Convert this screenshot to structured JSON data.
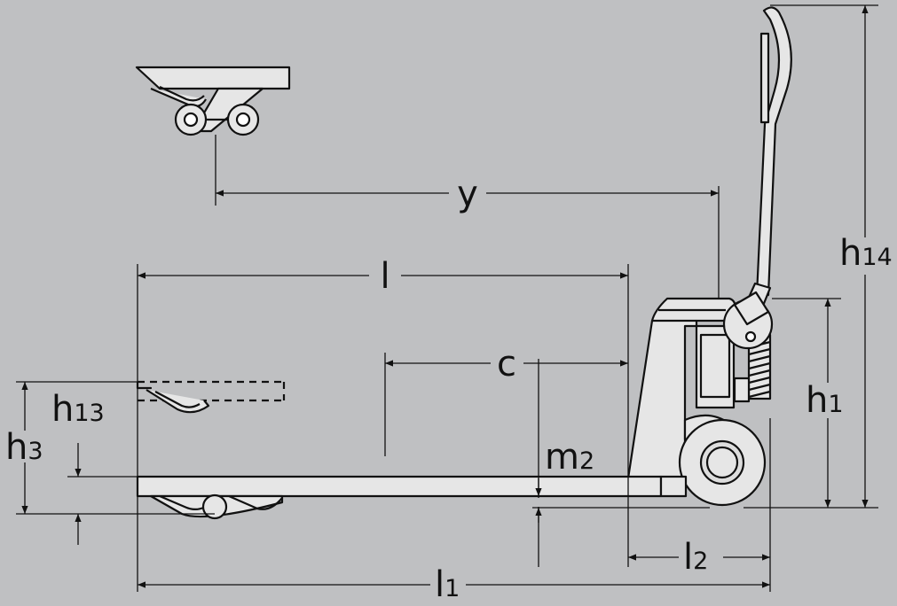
{
  "figure": {
    "background_color": "#bfc0c2",
    "line_color": "#111111",
    "body_fill_color": "#e6e6e6"
  },
  "dimensions": {
    "y": {
      "main": "y",
      "sub": ""
    },
    "l": {
      "main": "l",
      "sub": ""
    },
    "c": {
      "main": "c",
      "sub": ""
    },
    "h13": {
      "main": "h",
      "sub": "13"
    },
    "h3": {
      "main": "h",
      "sub": "3"
    },
    "m2": {
      "main": "m",
      "sub": "2"
    },
    "h1": {
      "main": "h",
      "sub": "1"
    },
    "h14": {
      "main": "h",
      "sub": "14"
    },
    "l2": {
      "main": "l",
      "sub": "2"
    },
    "l1": {
      "main": "l",
      "sub": "1"
    }
  }
}
